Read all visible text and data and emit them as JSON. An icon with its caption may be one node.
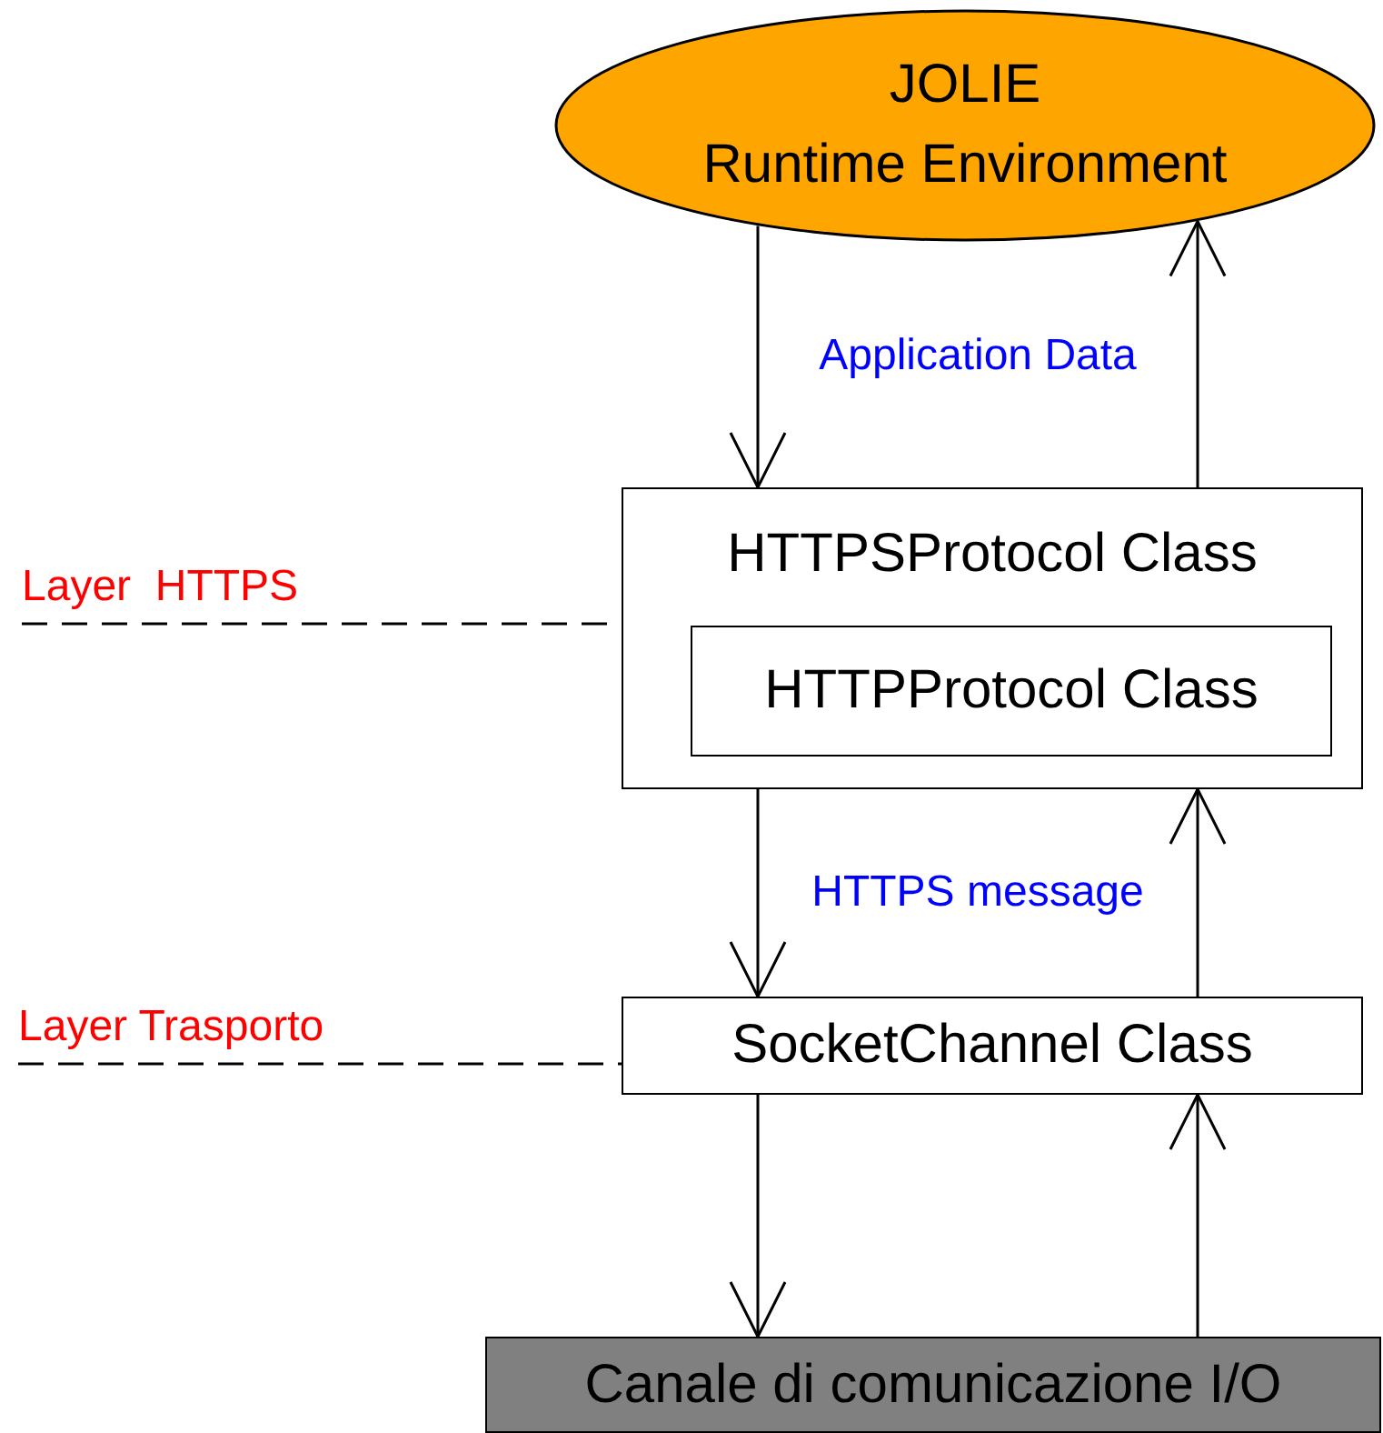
{
  "diagram": {
    "nodes": [
      {
        "text": [
          "JOLIE",
          "Runtime Environment"
        ]
      },
      {
        "text": [
          "HTTPSProtocol Class"
        ]
      },
      {
        "text": [
          "HTTPProtocol Class"
        ],
        "in": 1
      },
      {
        "text": [
          "SocketChannel Class"
        ]
      },
      {
        "text": [
          "Canale di comunicazione I/O"
        ]
      },
      {
        "text": [
          "Layer  HTTPS"
        ]
      },
      {
        "text": [
          "Layer Trasporto"
        ]
      }
    ],
    "edges": [
      {
        "from": 0,
        "to": 1,
        "arrow": "to",
        "label": "Application Data"
      },
      {
        "from": 1,
        "to": 0,
        "arrow": "to"
      },
      {
        "from": 1,
        "to": 3,
        "arrow": "to",
        "label": "HTTPS message"
      },
      {
        "from": 3,
        "to": 1,
        "arrow": "to"
      },
      {
        "from": 3,
        "to": 4,
        "arrow": "to"
      },
      {
        "from": 4,
        "to": 3,
        "arrow": "to"
      },
      {
        "from": 5,
        "to": 1,
        "arrow": "none",
        "style": "dashed"
      },
      {
        "from": 6,
        "to": 3,
        "arrow": "none",
        "style": "dashed"
      }
    ]
  }
}
